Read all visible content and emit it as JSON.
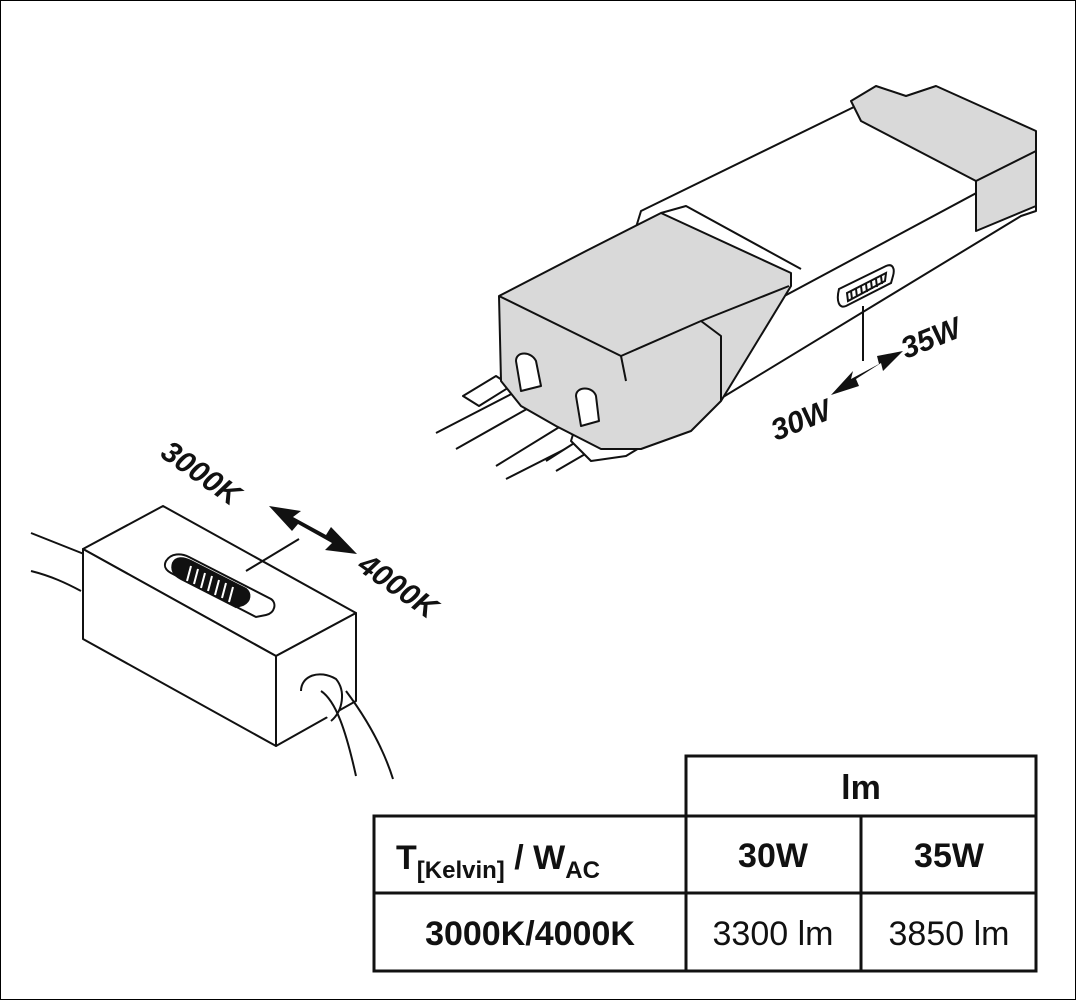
{
  "colors": {
    "stroke": "#111111",
    "housing_grey": "#d9d9d9",
    "housing_white": "#ffffff"
  },
  "callouts": {
    "temp_low": "3000K",
    "temp_high": "4000K",
    "watt_low": "30W",
    "watt_high": "35W"
  },
  "table": {
    "lm_header": "lm",
    "row_header_T": "T",
    "row_header_T_sub": "[Kelvin]",
    "row_header_sep": " / W",
    "row_header_W_sub": "AC",
    "col_30w": "30W",
    "col_35w": "35W",
    "row_label": "3000K/4000K",
    "val_30w": "3300 lm",
    "val_35w": "3850 lm"
  },
  "icons": [
    "double-arrow-icon",
    "switch-slider-icon"
  ]
}
